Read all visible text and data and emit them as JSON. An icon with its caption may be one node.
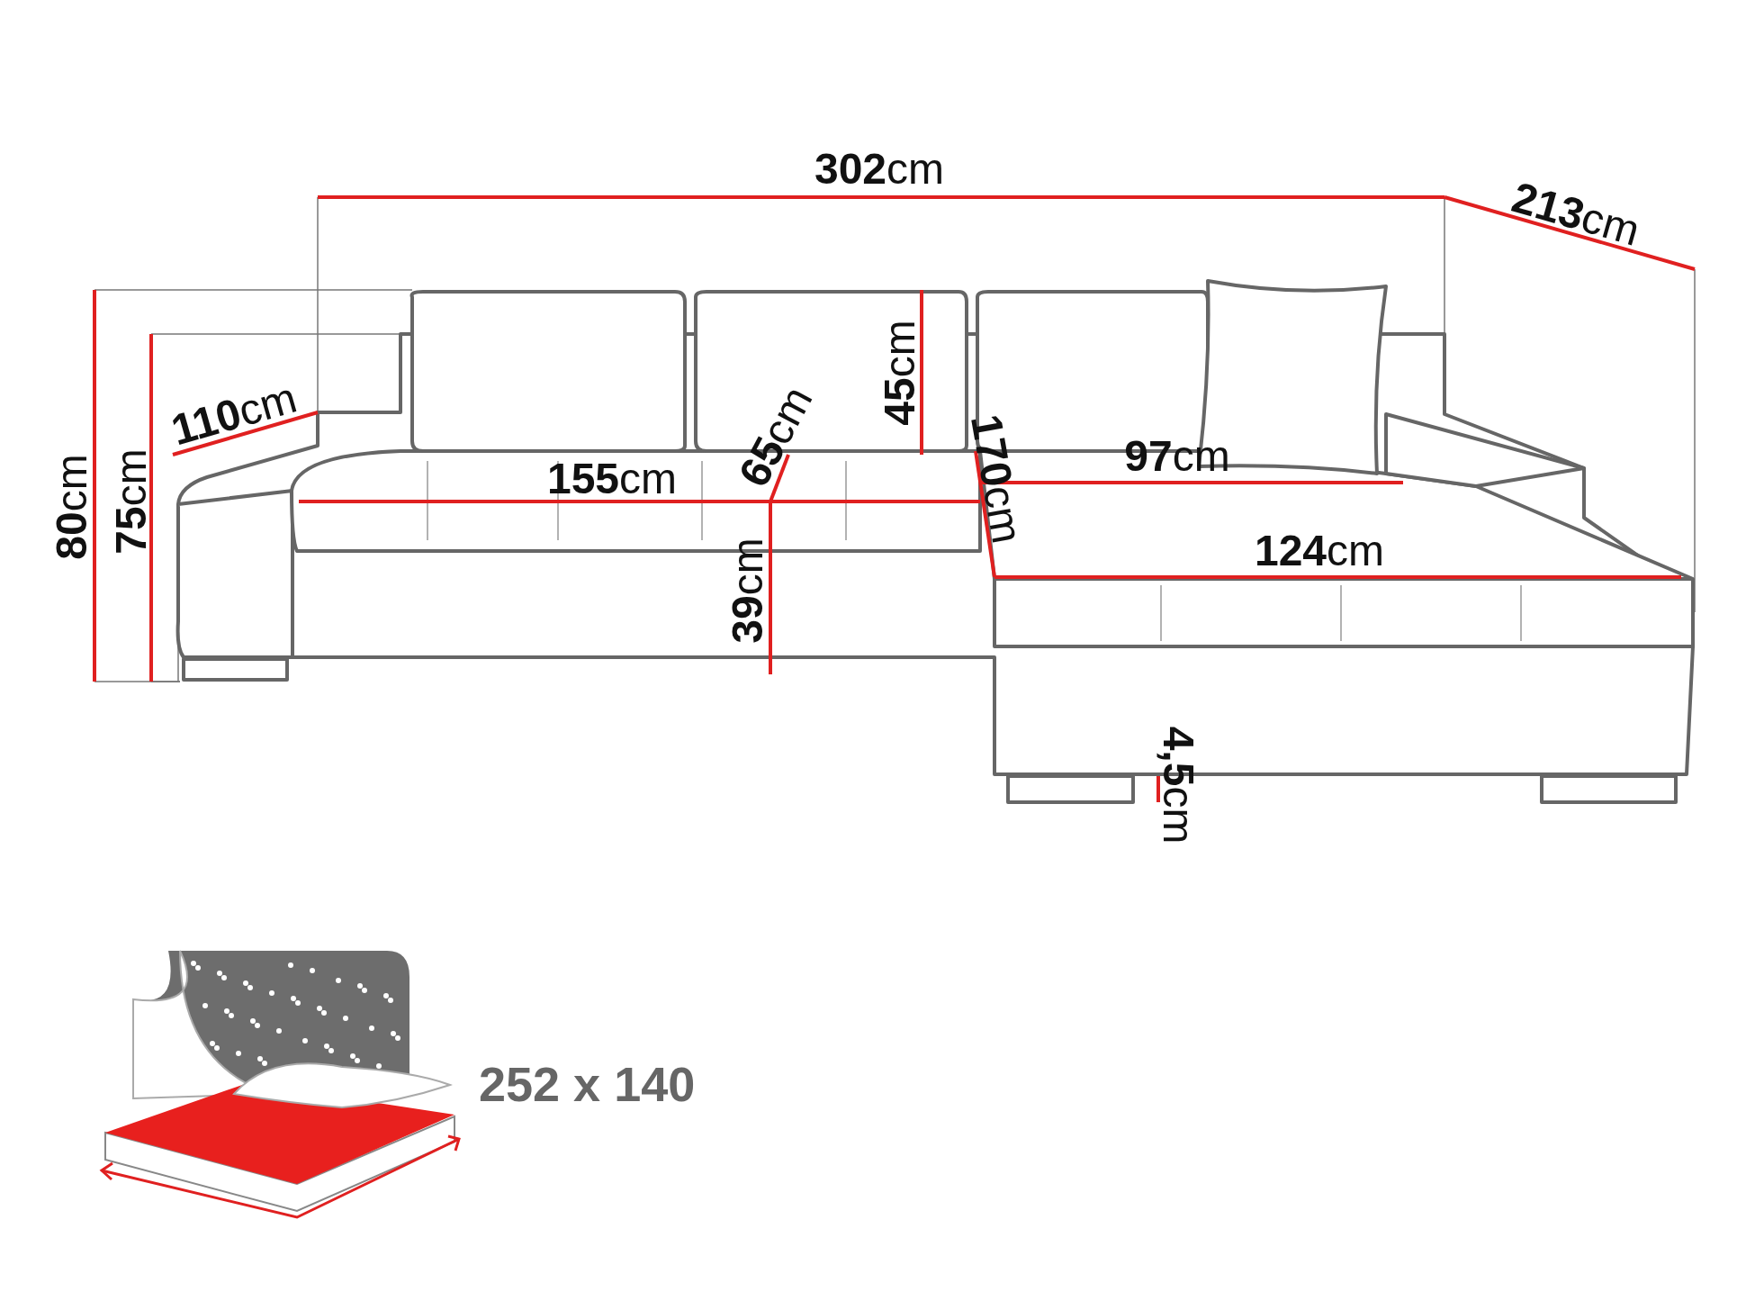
{
  "diagram": {
    "labels": [
      "**302**cm",
      "**213**cm",
      "**110**cm",
      "**80**cm",
      "**75**cm",
      "**45**cm",
      "**65**cm",
      "**155**cm",
      "**170**cm",
      "**97**cm",
      "**124**cm",
      "**39**cm",
      "**4,5**cm",
      "252 x 140"
    ]
  }
}
